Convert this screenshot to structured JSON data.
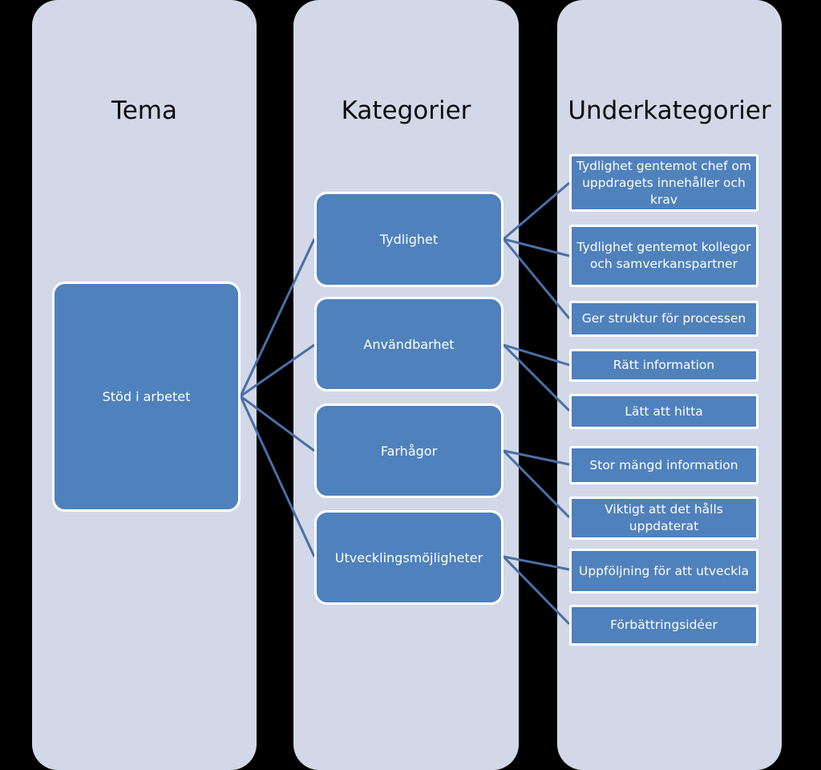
{
  "columns": {
    "tema": "Tema",
    "kategorier": "Kategorier",
    "underkategorier": "Underkategorier"
  },
  "theme": "Stöd i arbetet",
  "categories": [
    "Tydlighet",
    "Användbarhet",
    "Farhågor",
    "Utvecklingsmöjligheter"
  ],
  "subcategories": [
    "Tydlighet gentemot chef om uppdragets innehåller och krav",
    "Tydlighet gentemot kollegor och samverkanspartner",
    "Ger struktur för processen",
    "Rätt information",
    "Lätt att hitta",
    "Stor mängd information",
    "Viktigt att det hålls uppdaterat",
    "Uppföljning för att utveckla",
    "Förbättringsidéer"
  ],
  "links": {
    "theme_to_categories": [
      0,
      1,
      2,
      3
    ],
    "category_to_subcategories": [
      [
        0,
        1,
        2
      ],
      [
        3,
        4
      ],
      [
        5,
        6
      ],
      [
        7,
        8
      ]
    ]
  },
  "colors": {
    "background": "#000000",
    "column": "#d2d8e7",
    "box": "#4f81bd",
    "border": "#ffffff",
    "connector": "#4a6fa5",
    "header_text": "#0c0c0c"
  }
}
